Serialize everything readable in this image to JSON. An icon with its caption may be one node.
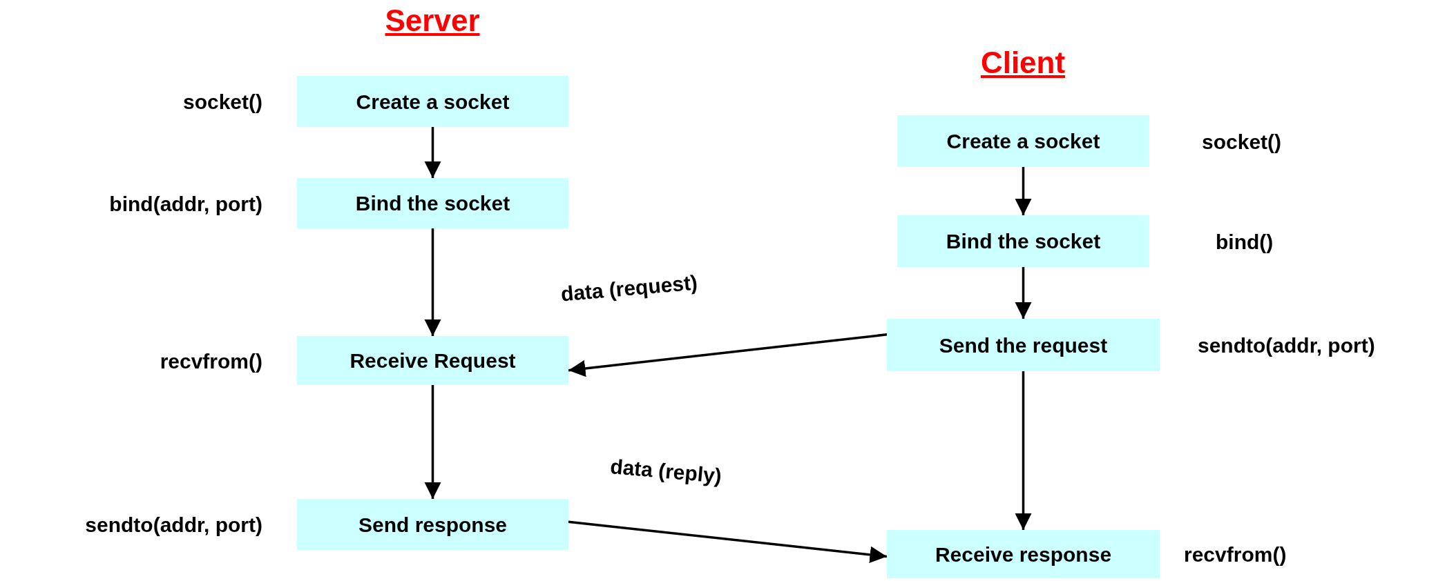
{
  "diagram": {
    "nodes": [
      {
        "text": [
          "Create a socket"
        ],
        "beside": [
          "socket()"
        ]
      },
      {
        "text": [
          "Bind the socket"
        ],
        "beside": [
          "bind(addr, port)"
        ]
      },
      {
        "text": [
          "Receive Request"
        ],
        "beside": [
          "recvfrom()"
        ]
      },
      {
        "text": [
          "Send response"
        ],
        "beside": [
          "sendto(addr, port)"
        ]
      },
      {
        "text": [
          "Create a socket"
        ],
        "beside": [
          "socket()"
        ]
      },
      {
        "text": [
          "Bind the socket"
        ],
        "beside": [
          "bind()"
        ]
      },
      {
        "text": [
          "Send the request"
        ],
        "beside": [
          "sendto(addr, port)"
        ]
      },
      {
        "text": [
          "Receive response"
        ],
        "beside": [
          "recvfrom()"
        ]
      }
    ],
    "edges": [
      {
        "from": 0,
        "to": 1,
        "arrow": "to"
      },
      {
        "from": 1,
        "to": 2,
        "arrow": "to"
      },
      {
        "from": 2,
        "to": 3,
        "arrow": "to"
      },
      {
        "from": 4,
        "to": 5,
        "arrow": "to"
      },
      {
        "from": 5,
        "to": 6,
        "arrow": "to"
      },
      {
        "from": 6,
        "to": 7,
        "arrow": "to"
      },
      {
        "from": 6,
        "to": 2,
        "arrow": "to",
        "label": "data (request)"
      },
      {
        "from": 3,
        "to": 7,
        "arrow": "to",
        "label": "data (reply)"
      }
    ],
    "labels": [
      "Server",
      "Client"
    ]
  }
}
